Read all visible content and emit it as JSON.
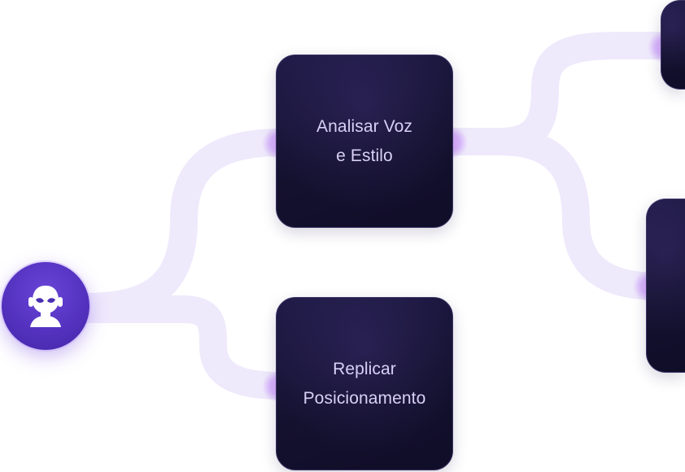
{
  "nodes": {
    "agent": {
      "icon": "robot-head-icon"
    },
    "analyze": {
      "label_line1": "Analisar Voz",
      "label_line2": "e Estilo"
    },
    "replicate": {
      "label_line1": "Replicar",
      "label_line2": "Posicionamento"
    },
    "output_top": {
      "label": ""
    },
    "output_bottom": {
      "label": ""
    }
  },
  "colors": {
    "card_bg": "#15112f",
    "card_border": "#3b3466",
    "card_text": "#d9d0f5",
    "connector": "#f1ecfc",
    "glow": "#d7a8ff",
    "agent_node": "#5432bf"
  }
}
